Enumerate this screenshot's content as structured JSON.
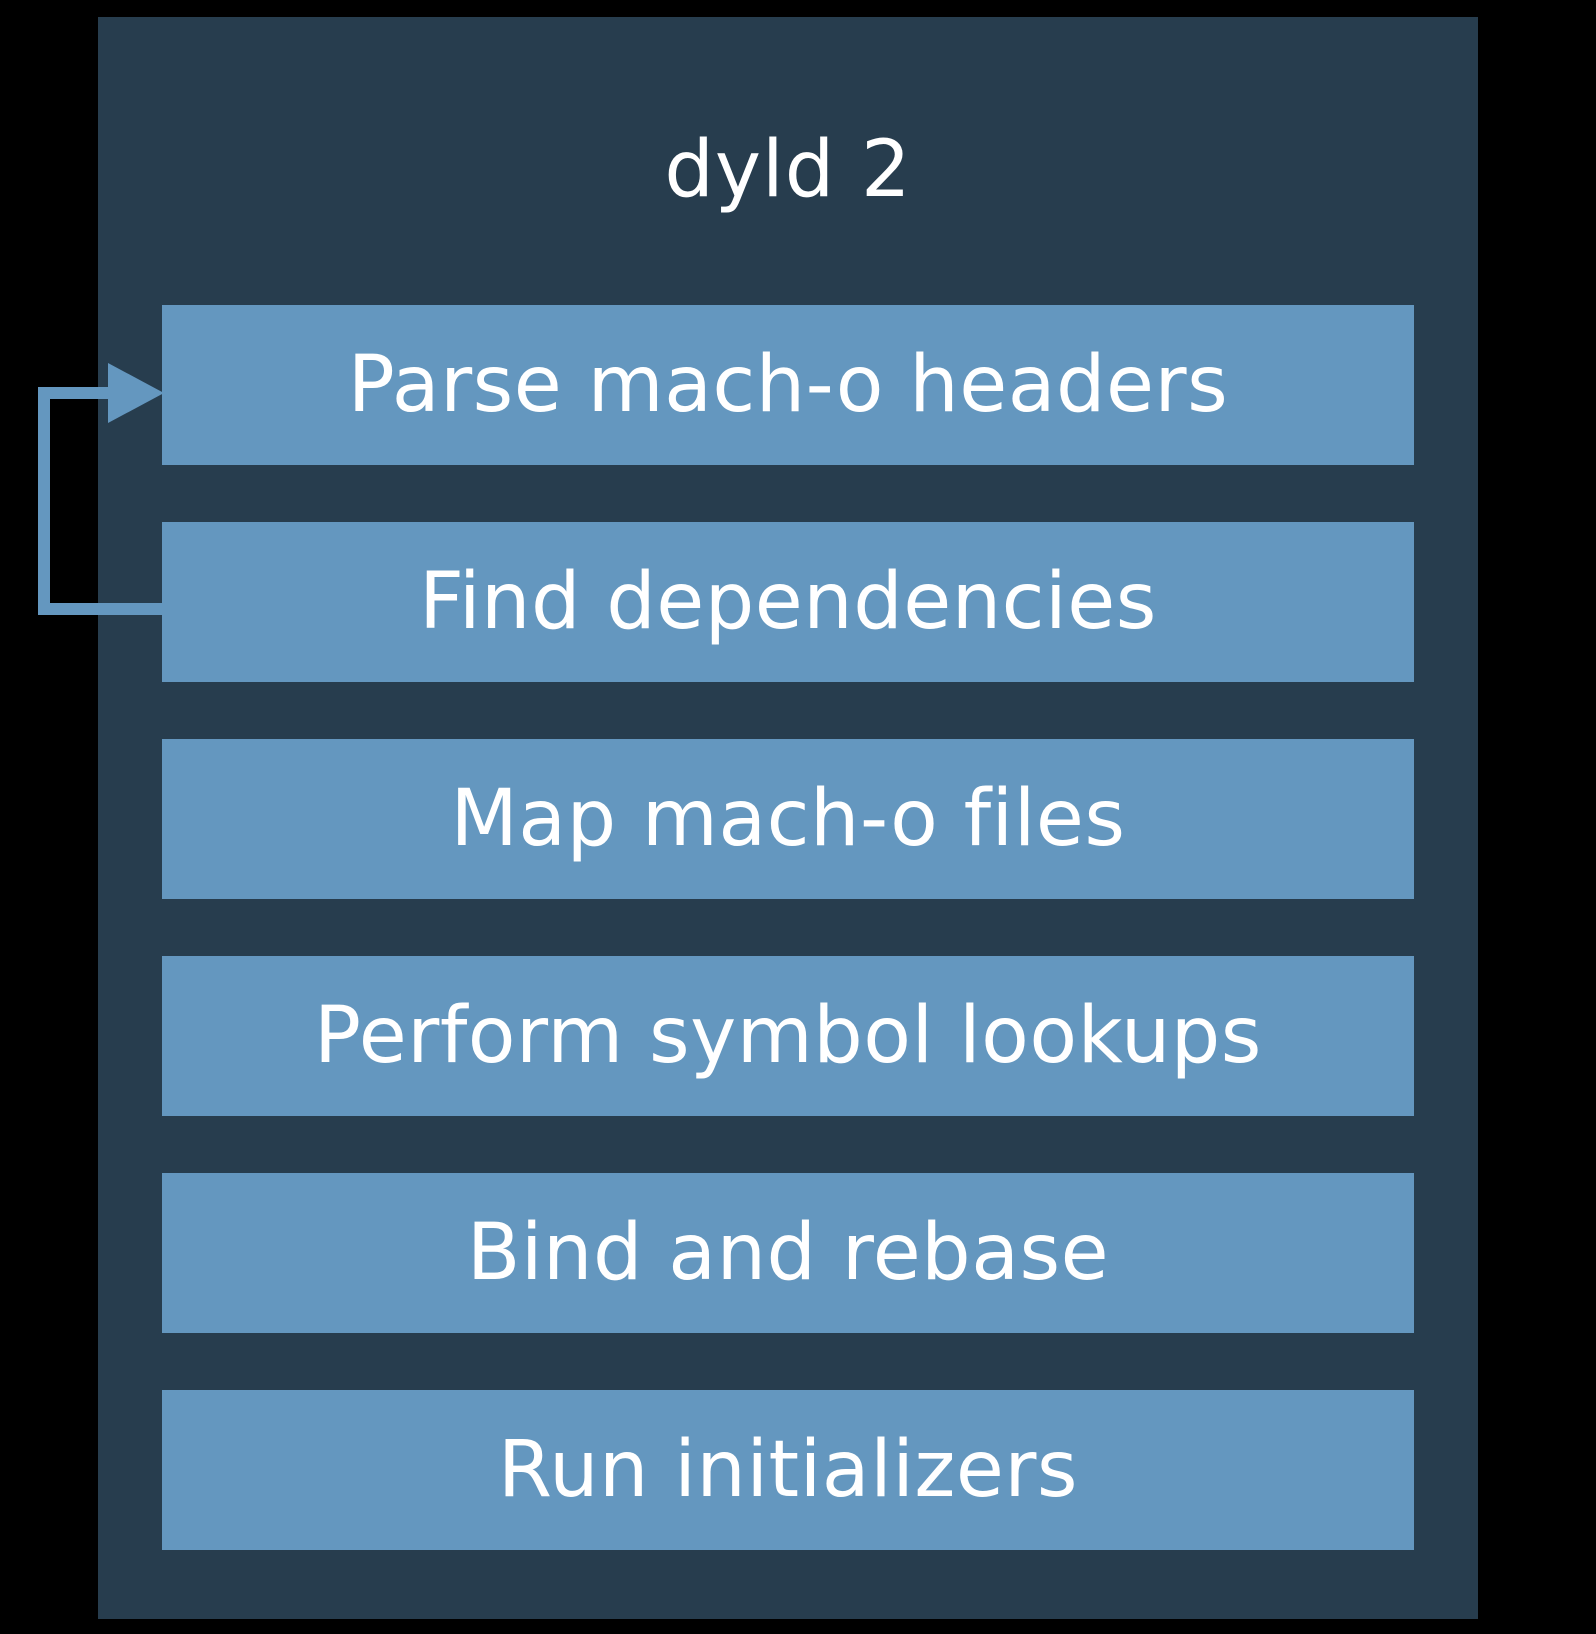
{
  "title": "dyld 2",
  "steps": [
    "Parse mach-o headers",
    "Find dependencies",
    "Map mach-o files",
    "Perform symbol lookups",
    "Bind and rebase",
    "Run initializers"
  ],
  "colors": {
    "background": "#000000",
    "panel": "#273d4e",
    "step": "#6497bf",
    "text": "#ffffff"
  }
}
